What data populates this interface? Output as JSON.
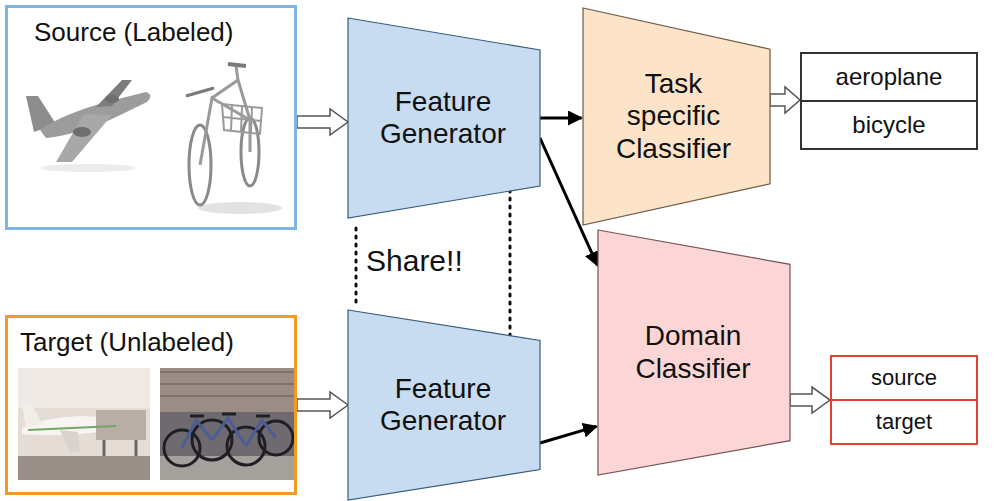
{
  "diagram": {
    "nodes": [
      {
        "text": [
          "Source (Labeled)"
        ]
      },
      {
        "text": [
          "Feature Generator"
        ]
      },
      {
        "text": [
          "Task specific Classifier"
        ]
      },
      {
        "text": [
          "aeroplane",
          "bicycle"
        ]
      },
      {
        "text": [
          "Target (Unlabeled)"
        ]
      },
      {
        "text": [
          "Feature Generator"
        ]
      },
      {
        "text": [
          "Domain Classifier"
        ]
      },
      {
        "text": [
          "source",
          "target"
        ]
      }
    ],
    "edges": [
      {
        "from": 0,
        "to": 1,
        "arrow": "to"
      },
      {
        "from": 4,
        "to": 5,
        "arrow": "to"
      },
      {
        "from": 1,
        "to": 2,
        "arrow": "to"
      },
      {
        "from": 1,
        "to": 6,
        "arrow": "to"
      },
      {
        "from": 5,
        "to": 6,
        "arrow": "to"
      },
      {
        "from": 2,
        "to": 3,
        "arrow": "to"
      },
      {
        "from": 6,
        "to": 7,
        "arrow": "to"
      }
    ],
    "labels": [
      "Share!!"
    ]
  }
}
